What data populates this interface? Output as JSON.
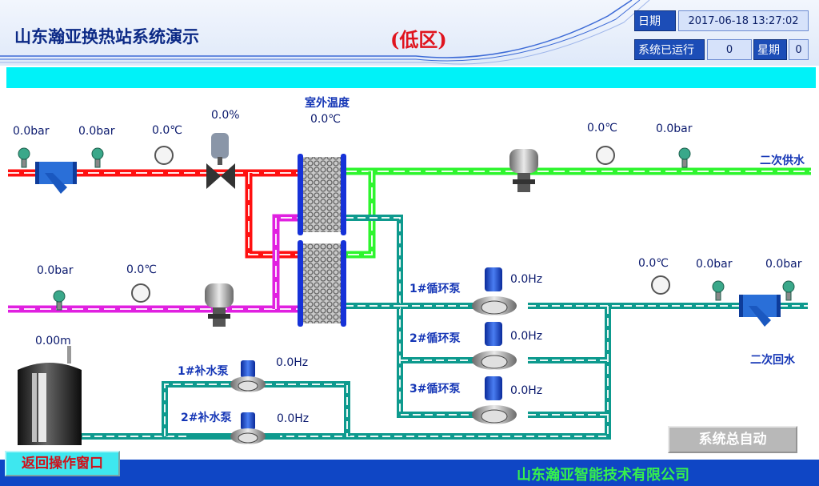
{
  "header": {
    "title": "山东瀚亚换热站系统演示",
    "zone": "(低区)",
    "date_label": "日期",
    "date_value": "2017-06-18 13:27:02",
    "run_label": "系统已运行",
    "run_value": "0",
    "week_label": "星期",
    "week_value": "0"
  },
  "outdoor": {
    "label": "室外温度",
    "value": "0.0℃"
  },
  "primary_supply": {
    "p1": "0.0bar",
    "p2": "0.0bar",
    "t": "0.0℃",
    "valve": "0.0%"
  },
  "primary_return": {
    "p": "0.0bar",
    "t": "0.0℃"
  },
  "secondary_supply": {
    "label": "二次供水",
    "t": "0.0℃",
    "p": "0.0bar"
  },
  "secondary_return": {
    "label": "二次回水",
    "t": "0.0℃",
    "p1": "0.0bar",
    "p2": "0.0bar"
  },
  "pumps": [
    {
      "label": "1#循环泵",
      "hz": "0.0Hz"
    },
    {
      "label": "2#循环泵",
      "hz": "0.0Hz"
    },
    {
      "label": "3#循环泵",
      "hz": "0.0Hz"
    }
  ],
  "makeup": [
    {
      "label": "1#补水泵",
      "hz": "0.0Hz"
    },
    {
      "label": "2#补水泵",
      "hz": "0.0Hz"
    }
  ],
  "tank": {
    "level": "0.00m"
  },
  "buttons": {
    "back": "返回操作窗口",
    "auto": "系统总自动"
  },
  "footer": {
    "company": "山东瀚亚智能技术有限公司"
  },
  "colors": {
    "primary_supply": "#ff1010",
    "primary_return": "#e020e0",
    "secondary_supply": "#2ef52e",
    "secondary_return": "#0e9a8e",
    "pipe_dash": "#eaf6f4"
  }
}
